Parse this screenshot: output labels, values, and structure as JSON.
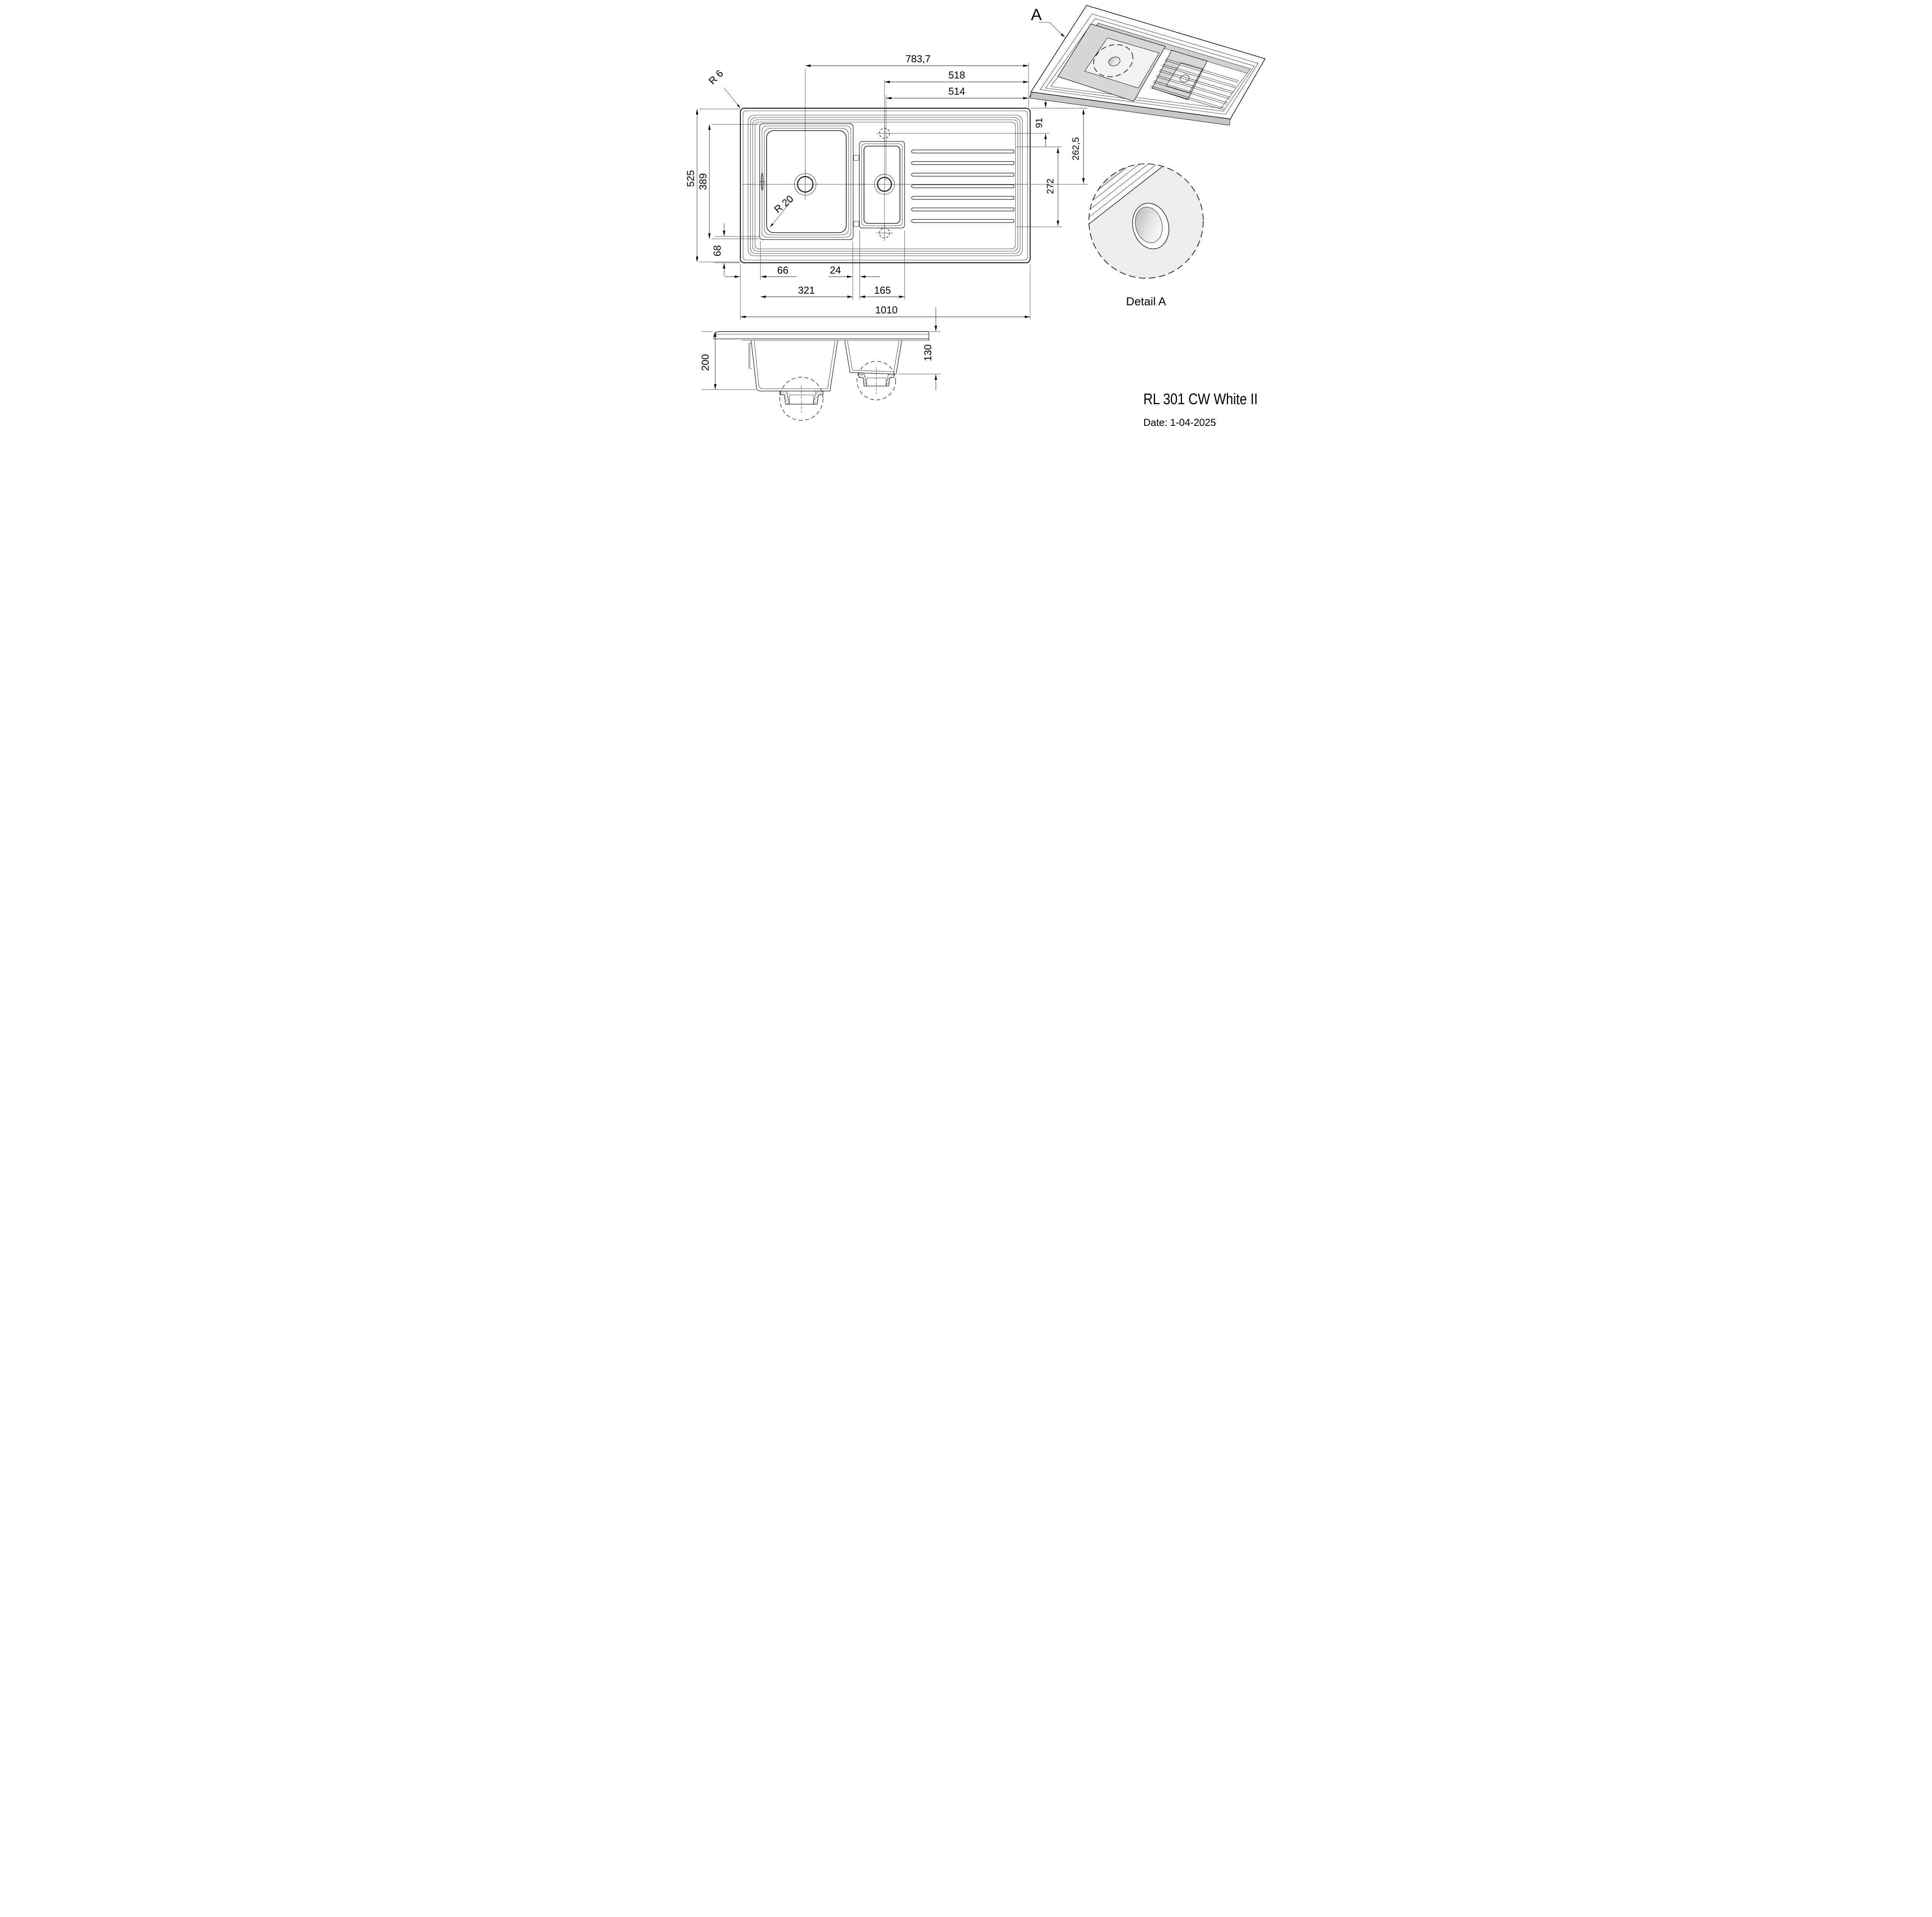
{
  "title_block": {
    "model": "RL 301 CW White II",
    "date": "Date: 1-04-2025"
  },
  "plan_view": {
    "dims": {
      "right_edge_to_main_drain": "783,7",
      "right_edge_to_tap_hole": "518",
      "right_edge_to_half_drain": "514",
      "overall_depth": "525",
      "main_bowl_depth": "389",
      "bowl_bottom_offset": "68",
      "left_edge_to_bowl": "66",
      "bowl_gap": "24",
      "main_bowl_width": "321",
      "half_bowl_width": "165",
      "overall_width": "1010",
      "edge_to_tap_center": "91",
      "edge_to_centerline": "262,5",
      "drainer_recess_length": "272",
      "outer_corner_radius": "R 6",
      "bowl_corner_radius": "R 20"
    }
  },
  "side_view": {
    "dims": {
      "overall_depth": "200",
      "half_bowl_depth": "130"
    }
  },
  "iso_view": {
    "detail_marker": "A"
  },
  "detail_view": {
    "caption": "Detail A"
  }
}
